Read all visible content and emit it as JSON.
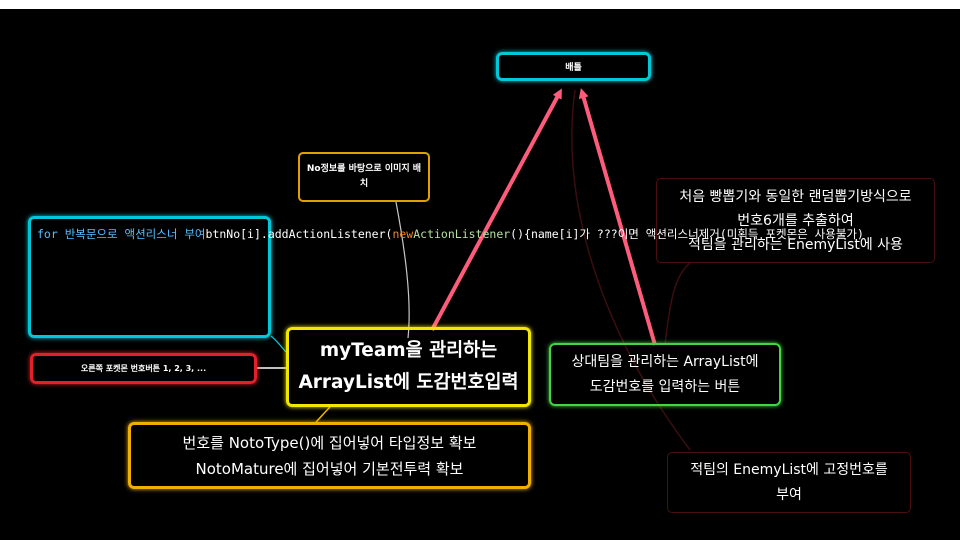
{
  "nodes": {
    "battle": "배틀",
    "image_note": "No정보를 바탕으로 이미지 배\n치",
    "code_lines": [
      [
        {
          "t": "for 반복문으로 액션리스너 부여",
          "c": "kw-blue"
        }
      ],
      [
        {
          "t": "btnNo[i].addActionListener(",
          "c": ""
        },
        {
          "t": "new",
          "c": "kw-orange"
        }
      ],
      [
        {
          "t": "ActionListener",
          "c": "kw-green"
        },
        {
          "t": "(){",
          "c": ""
        }
      ],
      [
        {
          "t": "name[i]가 ???이면 액션리스너제거",
          "c": ""
        }
      ],
      [
        {
          "t": "(미획득 포켓몬은 사용불가)",
          "c": ""
        }
      ]
    ],
    "center": "myTeam을 관리하는\nArrayList에 도감번호입력",
    "right_button": "오른쪽 포켓몬 번호버튼 1, 2, 3, ...",
    "bottom": "번호를 NotoType()에 집어넣어 타입정보 확보\nNotoMature에 집어넣어 기본전투력 확보",
    "enemy_button": "상대팀을 관리하는 ArrayList에\n도감번호를 입력하는 버튼",
    "random_note": "처음 빵뽑기와 동일한 랜덤뽑기방식으로\n번호6개를 추출하여\n적팀을 관리하는 EnemyList에 사용",
    "fixed_note": "적팀의 EnemyList에 고정번호를\n부여"
  },
  "colors": {
    "background": "#000000",
    "arrow": "#ff5c7c",
    "cyan": "#00c8d8",
    "yellow": "#f2e700",
    "orange": "#f0b000",
    "red": "#e0202a",
    "green": "#44d444"
  }
}
